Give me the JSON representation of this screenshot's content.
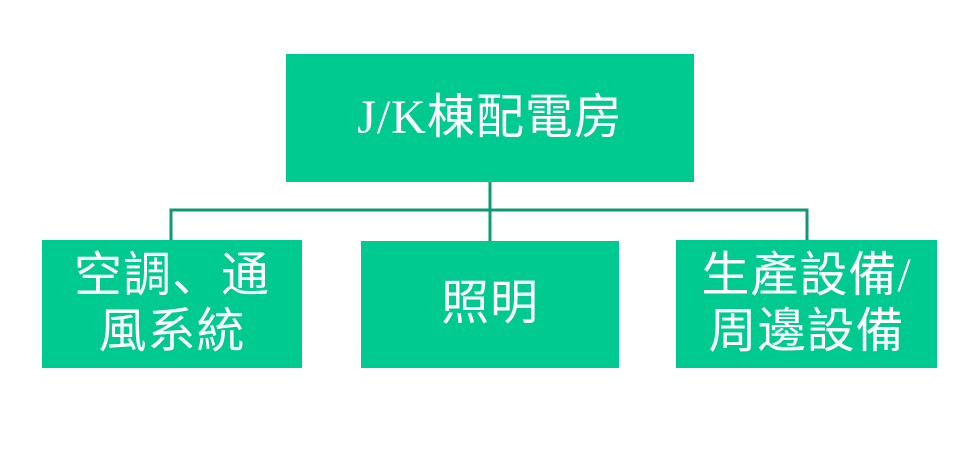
{
  "colors": {
    "background": "#FFFFFF",
    "box_fill": "#00CA90",
    "connector": "#0F9A73",
    "text": "#FFFFFF"
  },
  "chart_data": {
    "type": "tree",
    "title": "",
    "root": {
      "label": "J/K棟配電房"
    },
    "children": [
      {
        "label": "空調、通\n風系統"
      },
      {
        "label": "照明"
      },
      {
        "label": "生產設備/\n周邊設備"
      }
    ],
    "layout": "root box on top, horizontal elbow connector branching to three child boxes"
  }
}
